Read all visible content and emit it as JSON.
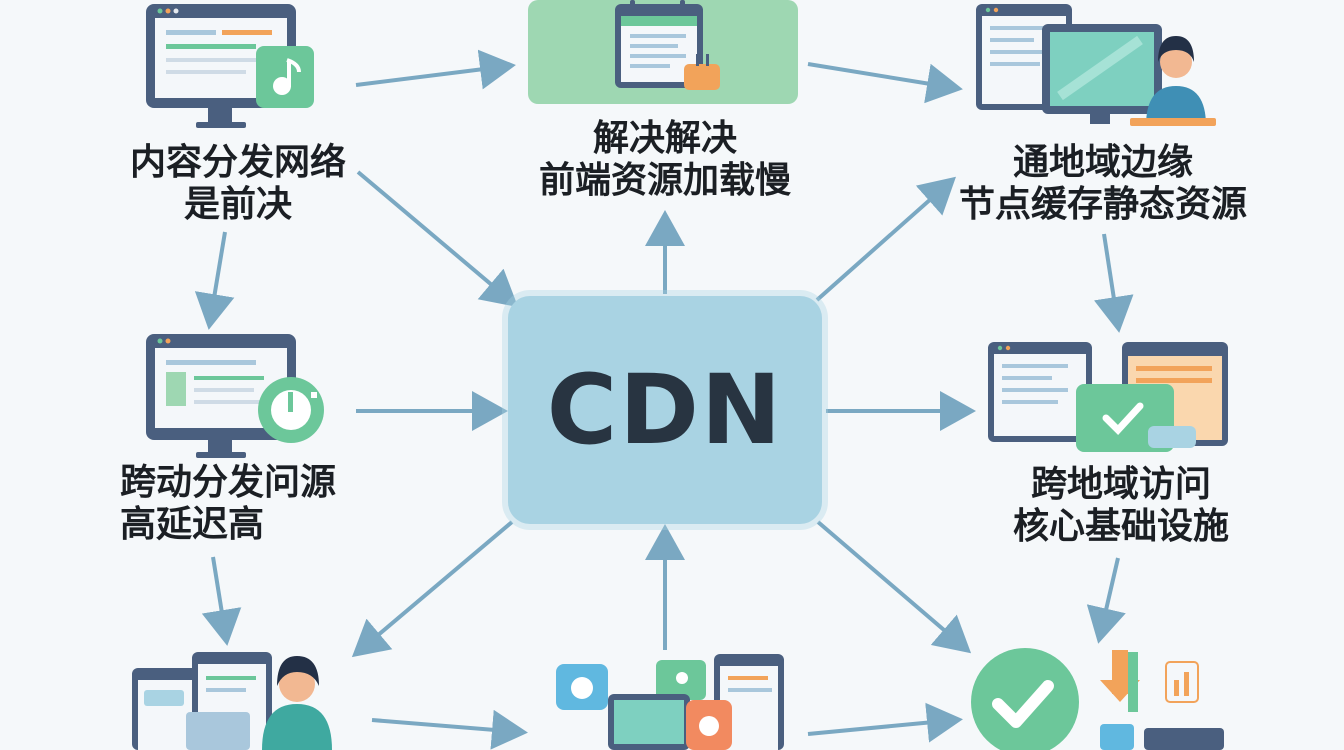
{
  "center": {
    "label": "CDN"
  },
  "nodes": {
    "top_left": {
      "line1": "内容分发网络",
      "line2": "是前决"
    },
    "top_center": {
      "line1": "解决解决",
      "line2": "前端资源加载慢"
    },
    "top_right": {
      "line1": "通地域边缘",
      "line2": "节点缓存静态资源"
    },
    "mid_left": {
      "line1": "跨动分发问源",
      "line2": "高延迟高"
    },
    "mid_right": {
      "line1": "跨地域访问",
      "line2": "核心基础设施"
    }
  },
  "colors": {
    "arrow": "#7aa8c2",
    "monitor": "#4a5f7f",
    "green": "#6cc79a",
    "center_fill": "#a9d3e3",
    "text": "#1b1f24",
    "orange": "#f2a35a"
  },
  "icons": {
    "top_left": "monitor-music-icon",
    "top_center": "calendar-document-icon",
    "top_right": "monitor-person-icon",
    "mid_left": "monitor-clock-icon",
    "mid_right": "windows-check-icon",
    "bottom_left": "person-laptop-icon",
    "bottom_center": "devices-icon",
    "bottom_right": "check-chart-icon"
  }
}
